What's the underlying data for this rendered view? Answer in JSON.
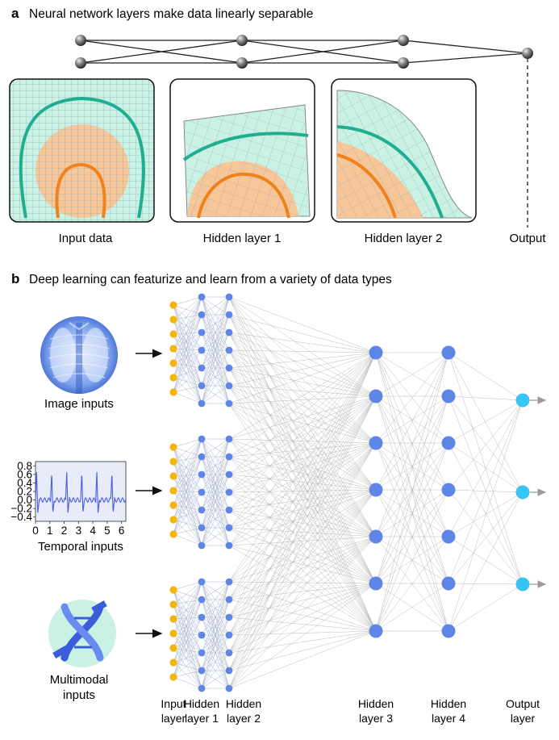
{
  "panel_a": {
    "letter": "a",
    "title": "Neural network layers make data linearly separable",
    "labels": [
      "Input data",
      "Hidden layer 1",
      "Hidden layer 2",
      "Output"
    ]
  },
  "panel_b": {
    "letter": "b",
    "title": "Deep learning can featurize and learn from a variety of data types",
    "input_labels": {
      "image": "Image inputs",
      "temporal": "Temporal inputs",
      "multimodal_1": "Multimodal",
      "multimodal_2": "inputs"
    },
    "layer_labels": [
      {
        "l1": "Input",
        "l2": "layer"
      },
      {
        "l1": "Hidden",
        "l2": "layer 1"
      },
      {
        "l1": "Hidden",
        "l2": "layer 2"
      },
      {
        "l1": "Hidden",
        "l2": "layer 3"
      },
      {
        "l1": "Hidden",
        "l2": "layer 4"
      },
      {
        "l1": "Output",
        "l2": "layer"
      }
    ],
    "plot": {
      "yticks": [
        "0.8",
        "0.6",
        "0.4",
        "0.2",
        "0.0",
        "−0.2",
        "−0.4"
      ],
      "xticks": [
        "0",
        "1",
        "2",
        "3",
        "4",
        "5",
        "6"
      ]
    }
  },
  "colors": {
    "teal": "#1fae8f",
    "orange": "#f0821e",
    "orange_fill": "#f7c79a",
    "mint": "#c9f1e4",
    "input_node": "#f5b50a",
    "hidden_node": "#5f86e6",
    "output_node": "#38c4f5"
  }
}
